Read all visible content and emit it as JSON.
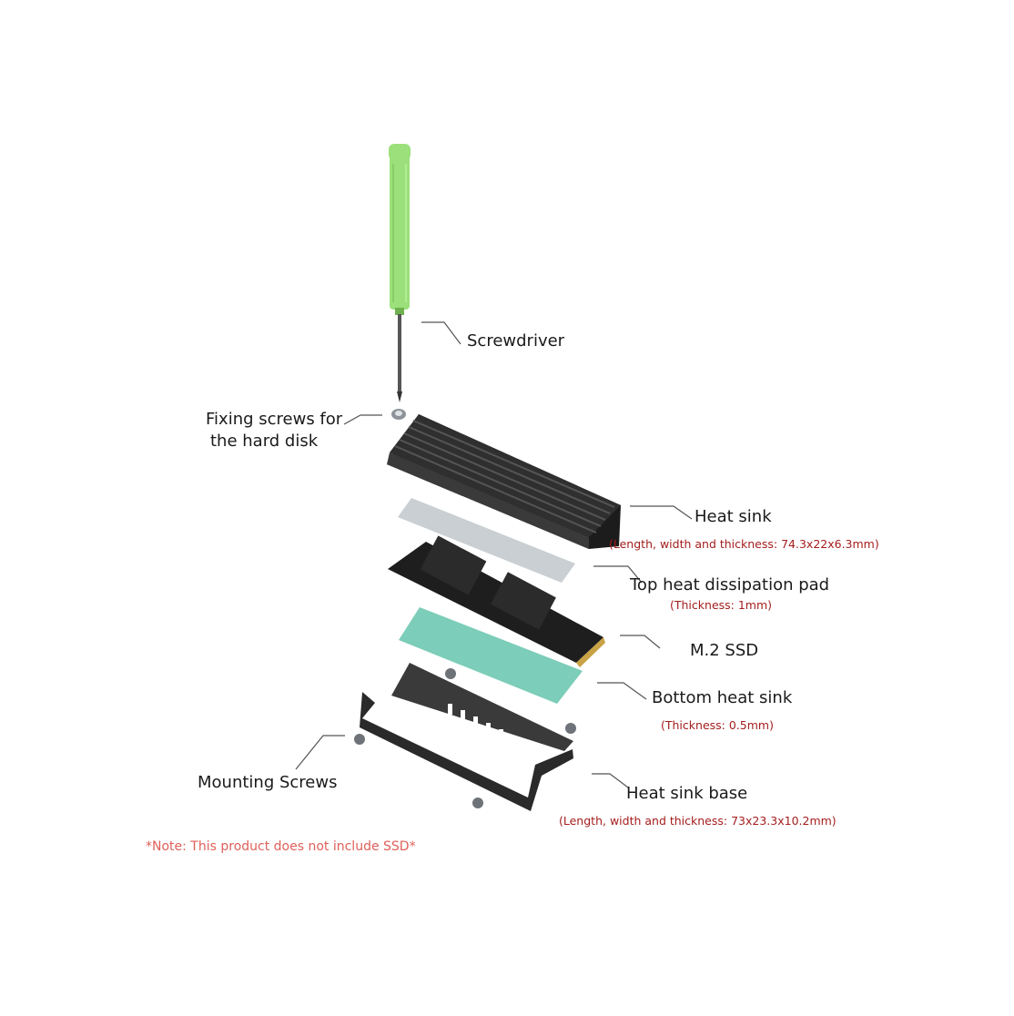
{
  "labels": {
    "screwdriver": "Screwdriver",
    "fixing_screws_line1": "Fixing screws for",
    "fixing_screws_line2": "the hard disk",
    "heat_sink": "Heat sink",
    "heat_sink_dims": "(Length, width and thickness: 74.3x22x6.3mm)",
    "top_pad": "Top heat dissipation pad",
    "top_pad_dims": "(Thickness: 1mm)",
    "ssd": "M.2 SSD",
    "bottom_heat_sink": "Bottom heat sink",
    "bottom_heat_sink_dims": "(Thickness: 0.5mm)",
    "mounting_screws": "Mounting Screws",
    "heat_sink_base": "Heat sink base",
    "heat_sink_base_dims": "(Length, width and thickness: 73x23.3x10.2mm)"
  },
  "note": "*Note: This product does not include SSD*",
  "colors": {
    "screwdriver_handle": "#9be07a",
    "heat_sink": "#2a2a2a",
    "top_pad": "#c9cfd2",
    "bottom_pad": "#7ccdb9",
    "ssd_pcb": "#1e1e1e",
    "ssd_gold": "#c9a246",
    "dims_text": "#a51d1d",
    "note_text": "#e0605a"
  }
}
